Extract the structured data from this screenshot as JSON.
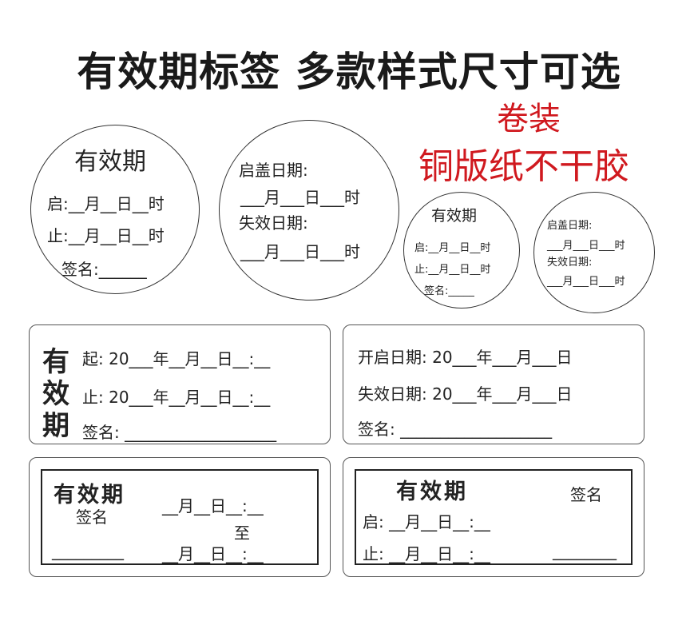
{
  "title": "有效期标签  多款样式尺寸可选",
  "red_lines": [
    "卷装",
    "铜版纸不干胶"
  ],
  "colors": {
    "title": "#1a1a1a",
    "accent": "#d0191f",
    "ink": "#222222"
  },
  "circle1": {
    "heading": "有效期",
    "lines": [
      "启:__月__日__时",
      "止:__月__日__时",
      "签名:______"
    ]
  },
  "circle2": {
    "lines": [
      "启盖日期:",
      "___月___日___时",
      "失效日期:",
      "___月___日___时"
    ]
  },
  "circle3": {
    "heading": "有效期",
    "lines": [
      "启:__月__日__时",
      "止:__月__日__时",
      "签名:_____"
    ]
  },
  "circle4": {
    "lines": [
      "启盖日期:",
      "___月___日___时",
      "失效日期:",
      "___月___日___时"
    ]
  },
  "label1": {
    "heading_chars": [
      "有",
      "效",
      "期"
    ],
    "lines": [
      "起: 20___年__月__日__:__",
      "止: 20___年__月__日__:__",
      "签名: ___________________"
    ]
  },
  "label2": {
    "lines": [
      "开启日期: 20___年___月___日",
      "失效日期: 20___年___月___日",
      "签名: ___________________"
    ]
  },
  "label3": {
    "heading": "有效期",
    "sign": "签名",
    "date1": "__月__日__:__",
    "to": "至",
    "sign_line": "_________",
    "date2": "__月__日__:__"
  },
  "label4": {
    "heading": "有效期",
    "sign": "签名",
    "start": "启: __月__日__:__",
    "end": "止: __月__日__:__",
    "sign_line": "________"
  }
}
